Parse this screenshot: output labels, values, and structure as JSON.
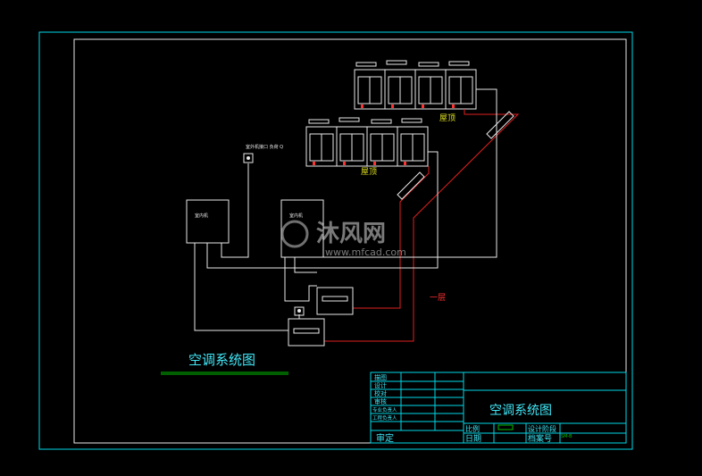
{
  "drawing": {
    "main_title": "空调系统图",
    "main_title_underline_color": "#00c000",
    "labels": {
      "roof_1": "屋顶",
      "roof_2": "屋顶",
      "first_floor": "一层",
      "small_unit_top": "室外机接口 负荷 Q",
      "box_left": "室内机",
      "box_mid": "室内机"
    },
    "watermark": {
      "brand": "沐风网",
      "url": "www.mfcad.com"
    }
  },
  "title_block": {
    "rows": [
      "描图",
      "设计",
      "校对",
      "审核",
      "专业负责人",
      "工程负责人"
    ],
    "approve": "审定",
    "drawing_name": "空调系统图",
    "scale_label": "比例",
    "date_label": "日期",
    "stage_label": "设计阶段",
    "archive_label": "档案号",
    "archive_value": "SM-B"
  },
  "colors": {
    "frame": "#00d8e8",
    "line_white": "#e8e8e8",
    "pipe_red": "#e02020",
    "accent_red": "#ff3030",
    "label_yellow": "#e0e020",
    "text_cyan": "#40e8f8"
  }
}
